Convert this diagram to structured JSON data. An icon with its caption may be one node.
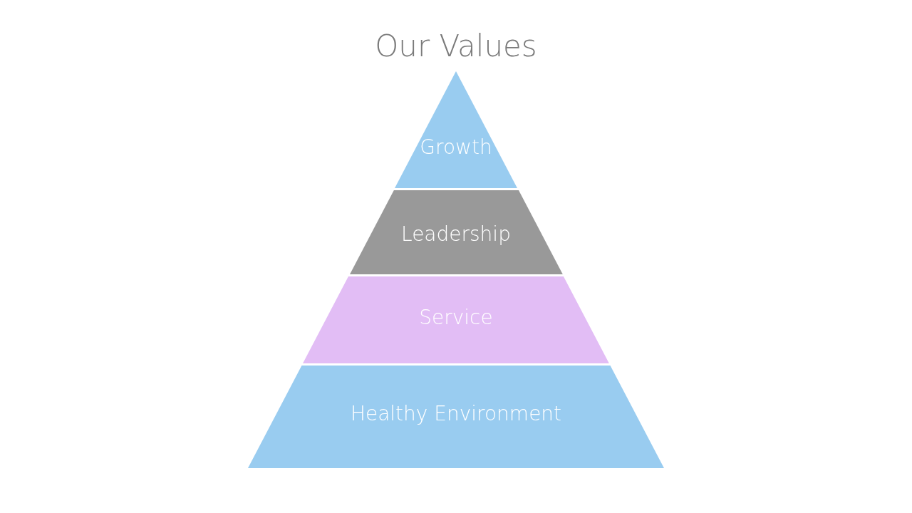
{
  "diagram": {
    "title": "Our Values",
    "nodes": [
      {
        "text": [
          "Growth"
        ]
      },
      {
        "text": [
          "Leadership"
        ]
      },
      {
        "text": [
          "Service"
        ]
      },
      {
        "text": [
          "Healthy Environment"
        ]
      }
    ]
  }
}
